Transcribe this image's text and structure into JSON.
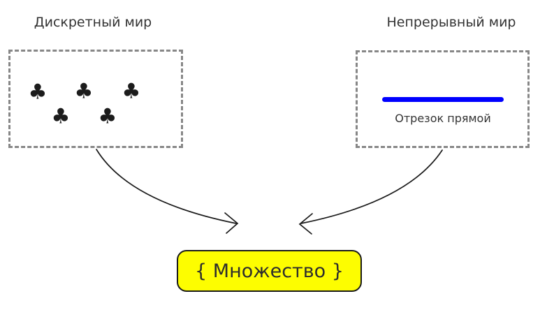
{
  "diagram": {
    "discrete": {
      "title": "Дискретный мир",
      "club_icon": "♣",
      "club_count": 5
    },
    "continuous": {
      "title": "Непрерывный мир",
      "segment_label": "Отрезок прямой",
      "segment_color": "#0000ff"
    },
    "set_box": {
      "label": "{ Множество }",
      "fill_color": "#fdfd00",
      "border_color": "#1a1a1a"
    },
    "colors": {
      "dashed_border": "#878787",
      "title_text": "#333333",
      "arrow": "#1a1a1a",
      "club": "#1c1c1c"
    }
  }
}
